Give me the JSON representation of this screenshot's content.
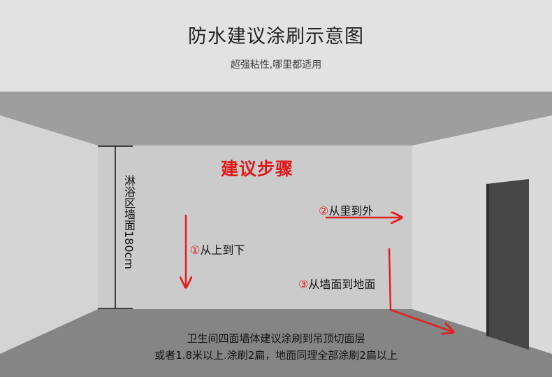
{
  "header": {
    "title": "防水建议涂刷示意图",
    "subtitle": "超强粘性,哪里都适用"
  },
  "diagram": {
    "steps_title": "建议步骤",
    "wall_height_label": "淋浴区墙面180cm",
    "steps": [
      {
        "num": "①",
        "text": "从上到下"
      },
      {
        "num": "②",
        "text": "从里到外"
      },
      {
        "num": "③",
        "text": "从墙面到地面"
      }
    ],
    "colors": {
      "arrow": "#e02020",
      "steps_title": "#e01818"
    }
  },
  "footer": {
    "line1": "卫生间四面墙体建议涂刷到吊顶切面层",
    "line2": "或者1.8米以上.涂刷2扁，地面同理全部涂刷2扁以上"
  }
}
